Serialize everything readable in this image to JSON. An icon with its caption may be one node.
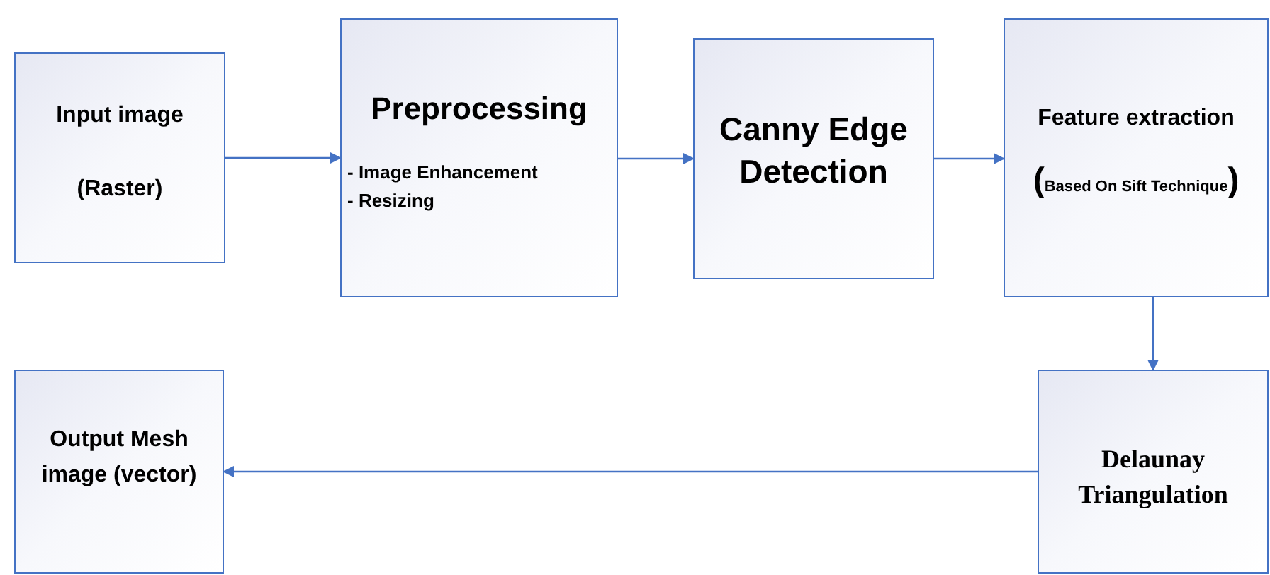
{
  "diagram": {
    "nodes": [
      {
        "text": [
          "Input image",
          "(Raster)"
        ]
      },
      {
        "text": [
          "Preprocessing",
          "- Image Enhancement",
          "- Resizing"
        ]
      },
      {
        "text": [
          "Canny Edge Detection"
        ]
      },
      {
        "text": [
          "Feature extraction",
          "(Based On Sift Technique)"
        ]
      },
      {
        "text": [
          "Delaunay Triangulation"
        ]
      },
      {
        "text": [
          "Output Mesh image (vector)"
        ]
      }
    ],
    "edges": [
      {
        "from": 0,
        "to": 1,
        "arrow": "to"
      },
      {
        "from": 1,
        "to": 2,
        "arrow": "to"
      },
      {
        "from": 2,
        "to": 3,
        "arrow": "to"
      },
      {
        "from": 3,
        "to": 4,
        "arrow": "to"
      },
      {
        "from": 4,
        "to": 5,
        "arrow": "to"
      }
    ]
  }
}
